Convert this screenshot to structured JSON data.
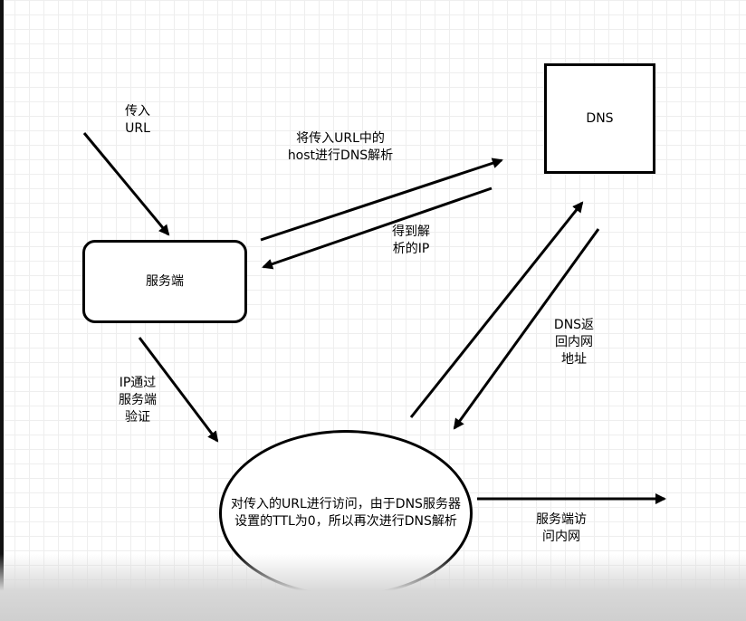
{
  "nodes": {
    "dns": "DNS",
    "server": "服务端",
    "client": "对传入的URL进行访问，由于DNS服务器设置的TTL为0，所以再次进行DNS解析"
  },
  "labels": {
    "input_url": "传入\nURL",
    "resolve_host": "将传入URL中的\nhost进行DNS解析",
    "get_ip": "得到解\n析的IP",
    "ip_verify": "IP通过\n服务端\n验证",
    "dns_return": "DNS返\n回内网\n地址",
    "server_access": "服务端访\n问内网"
  }
}
